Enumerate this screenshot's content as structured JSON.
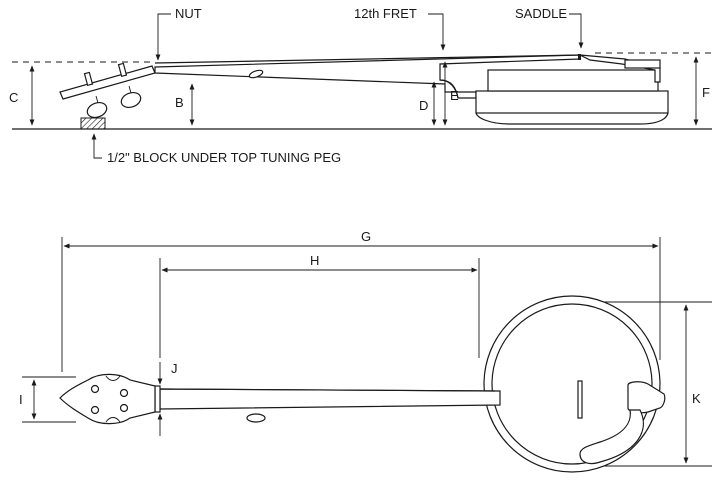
{
  "labels": {
    "nut": "NUT",
    "twelfth_fret": "12th FRET",
    "saddle": "SADDLE",
    "block_note": "1/2\" BLOCK UNDER TOP TUNING PEG",
    "C": "C",
    "B": "B",
    "D": "D",
    "E": "E",
    "F": "F",
    "G": "G",
    "H": "H",
    "I": "I",
    "J": "J",
    "K": "K"
  }
}
